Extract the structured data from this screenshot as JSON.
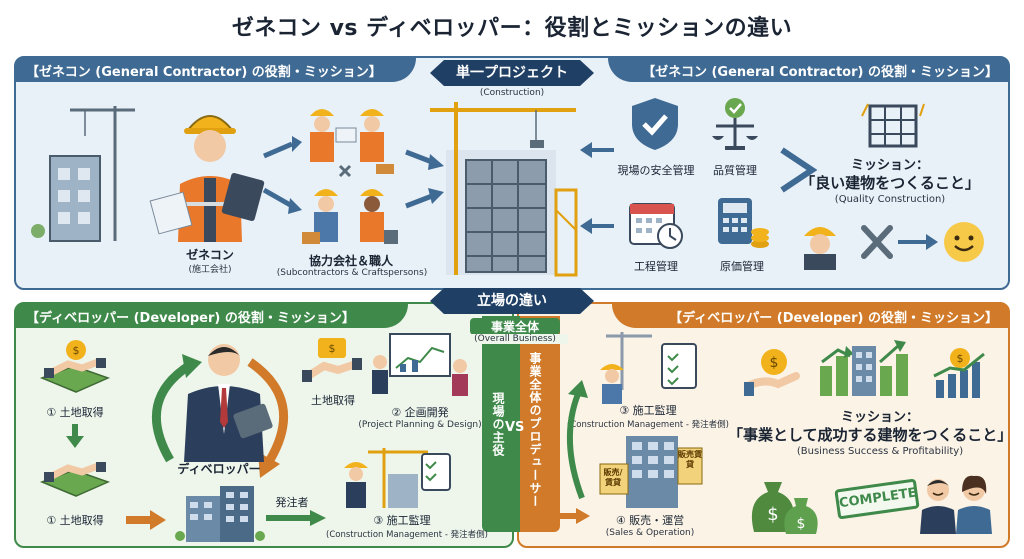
{
  "title": "ゼネコン vs ディベロッパー：役割とミッションの違い",
  "top": {
    "header_left": "【ゼネコン (General Contractor) の役割・ミッション】",
    "header_right": "【ゼネコン (General Contractor) の役割・ミッション】",
    "banner": "単一プロジェクト",
    "banner_sub": "(Construction)",
    "genecon_label": "ゼネコン",
    "genecon_sub": "(施工会社)",
    "partners_label": "協力会社＆職人",
    "partners_sub": "(Subcontractors & Craftspersons)",
    "safety": "現場の安全管理",
    "quality": "品質管理",
    "schedule": "工程管理",
    "cost": "原価管理",
    "mission_head": "ミッション：",
    "mission_main": "「良い建物をつくること」",
    "mission_sub": "(Quality Construction)"
  },
  "mid": {
    "banner": "立場の違い",
    "overall": "事業全体",
    "overall_sub": "(Overall Business)",
    "left_vertical": "現場の主役",
    "right_vertical": "事業全体のプロデューサー",
    "vs": "VS"
  },
  "bottom_left": {
    "header": "【ディベロッパー (Developer) の役割・ミッション】",
    "land1": "① 土地取得",
    "land2": "① 土地取得",
    "land_center": "土地取得",
    "planning": "② 企画開発",
    "planning_sub": "(Project Planning & Design)",
    "developer": "ディベロッパー",
    "orderer": "発注者",
    "supervise": "③ 施工監理",
    "supervise_sub": "(Construction Management - 発注者側)"
  },
  "bottom_right": {
    "header": "【ディベロッパー (Developer) の役割・ミッション】",
    "supervise": "③ 施工監理",
    "supervise_sub": "(Construction Management - 発注者側)",
    "sales": "④ 販売・運営",
    "sales_sub": "(Sales & Operation)",
    "sign1": "販売/賃貸",
    "sign2": "販売賃貸",
    "mission_head": "ミッション：",
    "mission_main": "「事業として成功する建物をつくること」",
    "mission_sub": "(Business Success & Profitability)",
    "stamp": "COMPLETE"
  },
  "colors": {
    "blue": "#3f6a93",
    "navy": "#1f3f64",
    "green": "#3f8a4a",
    "orange": "#d07a2a"
  }
}
